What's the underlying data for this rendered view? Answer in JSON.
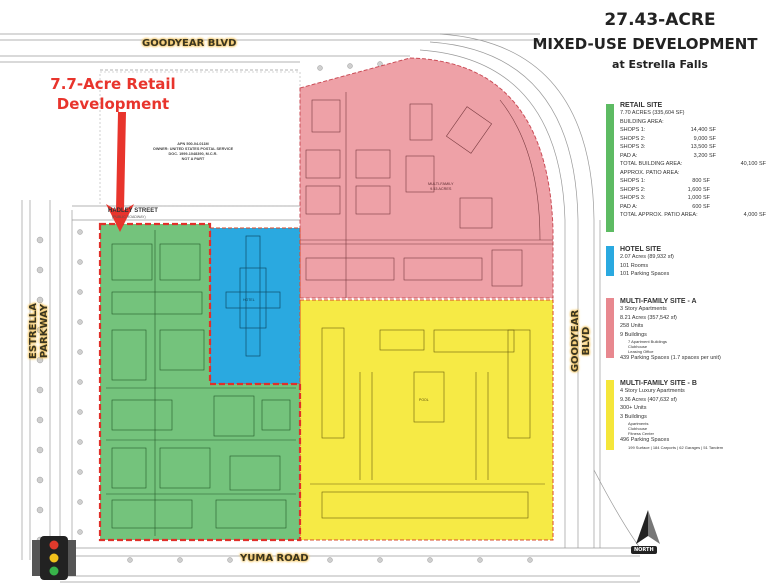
{
  "title": {
    "line1": "27.43-ACRE",
    "line2": "MIXED-USE DEVELOPMENT",
    "line3": "at Estrella Falls"
  },
  "callout": {
    "line1": "7.7-Acre Retail",
    "line2": "Development"
  },
  "roads": {
    "north": "GOODYEAR BLVD",
    "east": "GOODYEAR BLVD",
    "west": "ESTRELLA PARKWAY",
    "south": "YUMA ROAD",
    "hadley": "HADLEY STREET",
    "hadley_sub": "(PUBLIC ROADWAY)"
  },
  "parcel_note": {
    "l1": "APN 500-04-011M",
    "l2": "OWNER: UNITED STATES POSTAL SERVICE",
    "l3": "DOC. 1999-1048390, M.C.R.",
    "l4": "NOT A PART"
  },
  "plan_labels": {
    "multifamily": "MULTI-FAMILY",
    "multifamily_acres": "9.53 ACRES",
    "hotel": "HOTEL",
    "pool": "POOL",
    "north": "NORTH"
  },
  "legend": {
    "retail": {
      "color": "#5dbb63",
      "title": "RETAIL SITE",
      "acres": "7.70 ACRES (335,604 SF)",
      "building_area": "BUILDING AREA:",
      "shops1_label": "SHOPS 1:",
      "shops1_value": "14,400 SF",
      "shops2_label": "SHOPS 2:",
      "shops2_value": "9,000 SF",
      "shops3_label": "SHOPS 3:",
      "shops3_value": "13,500 SF",
      "pad_label": "PAD A:",
      "pad_value": "3,200 SF",
      "total_label": "TOTAL BUILDING AREA:",
      "total_value": "40,100 SF",
      "patio": "APPROX. PATIO AREA:",
      "patio1_label": "SHOPS 1:",
      "patio1_value": "800 SF",
      "patio2_label": "SHOPS 2:",
      "patio2_value": "1,600 SF",
      "patio3_label": "SHOPS 3:",
      "patio3_value": "1,000 SF",
      "patiopad_label": "PAD A:",
      "patiopad_value": "600 SF",
      "patiototal_label": "TOTAL APPROX. PATIO AREA:",
      "patiototal_value": "4,000 SF"
    },
    "hotel": {
      "color": "#2aa9e0",
      "title": "HOTEL SITE",
      "acres": "2.07 Acres (89,932 sf)",
      "rooms": "101 Rooms",
      "parking": "101 Parking Spaces"
    },
    "mfa": {
      "color": "#e8888f",
      "title": "MULTI-FAMILY SITE - A",
      "type": "3 Story Apartments",
      "acres": "8.21 Acres (357,542 sf)",
      "units": "258 Units",
      "buildings": "9 Buildings",
      "b1": "7 Apartment Buildings",
      "b2": "Clubhouse",
      "b3": "Leasing Office",
      "parking": "439 Parking Spaces (1.7 spaces per unit)"
    },
    "mfb": {
      "color": "#f5e63a",
      "title": "MULTI-FAMILY SITE - B",
      "type": "4 Story Luxury Apartments",
      "acres": "9.36 Acres (407,632 sf)",
      "units": "300+ Units",
      "buildings": "3 Buildings",
      "b1": "Apartments",
      "b2": "Clubhouse",
      "b3": "Fitness Center",
      "parking": "496 Parking Spaces",
      "parking_detail": "199 Surface | 184 Carports | 62 Garages | 51 Tandem"
    }
  }
}
